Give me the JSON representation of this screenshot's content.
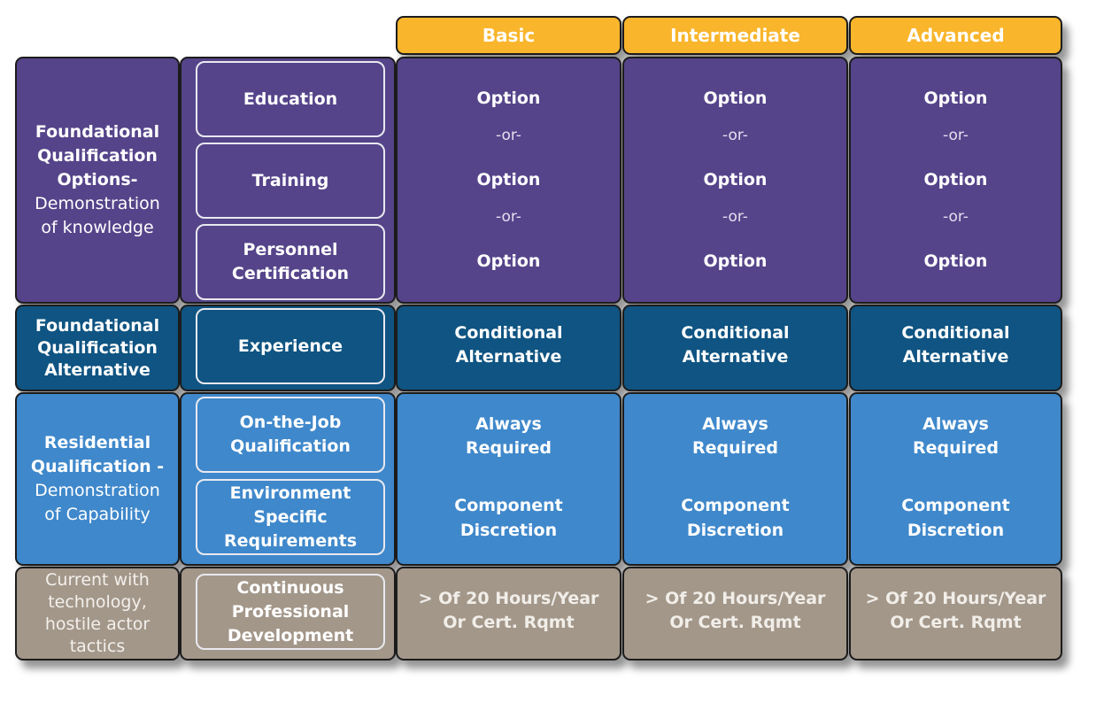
{
  "levels": [
    "Basic",
    "Intermediate",
    "Advanced"
  ],
  "rows": {
    "foundational": {
      "category": [
        "Foundational",
        "Qualification",
        "Options-"
      ],
      "category_desc": [
        "Demonstration",
        "of knowledge"
      ],
      "sub_items": [
        "Education",
        "Training",
        "Personnel Certification"
      ],
      "cell": [
        "Option",
        "-or-",
        "Option",
        "-or-",
        "Option"
      ]
    },
    "alternative": {
      "category": [
        "Foundational",
        "Qualification",
        "Alternative"
      ],
      "sub_items": [
        "Experience"
      ],
      "cell": [
        "Conditional",
        "Alternative"
      ]
    },
    "residential": {
      "category": [
        "Residential",
        "Qualification -"
      ],
      "category_desc": [
        "Demonstration",
        "of Capability"
      ],
      "sub_items": [
        "On-the-Job Qualification",
        "Environment Specific Requirements"
      ],
      "cell": [
        "Always",
        "Required",
        "Component",
        "Discretion"
      ]
    },
    "current": {
      "category": [
        "Current with",
        "technology,",
        "hostile actor",
        "tactics"
      ],
      "sub_items": [
        "Continuous Professional Development"
      ],
      "cell": [
        "> Of 20 Hours/Year",
        "Or Cert. Rqmt"
      ]
    }
  },
  "colors": {
    "header": "#f9b52b",
    "foundational": "#55448a",
    "alternative": "#0f5482",
    "residential": "#3f88cb",
    "current": "#a3978a"
  }
}
